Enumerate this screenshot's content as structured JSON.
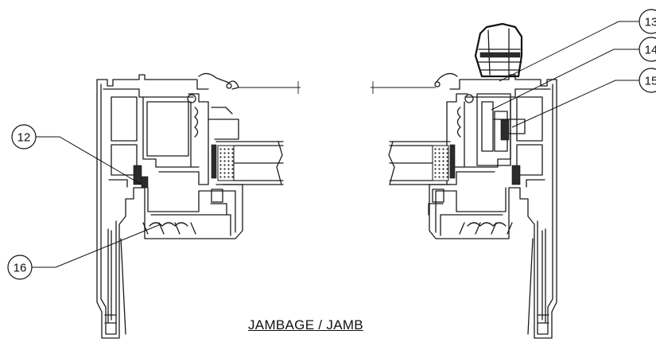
{
  "caption": "JAMBAGE / JAMB",
  "callouts": [
    {
      "id": "c12",
      "label": "12"
    },
    {
      "id": "c13",
      "label": "13"
    },
    {
      "id": "c14",
      "label": "14"
    },
    {
      "id": "c15",
      "label": "15"
    },
    {
      "id": "c16",
      "label": "16"
    }
  ]
}
